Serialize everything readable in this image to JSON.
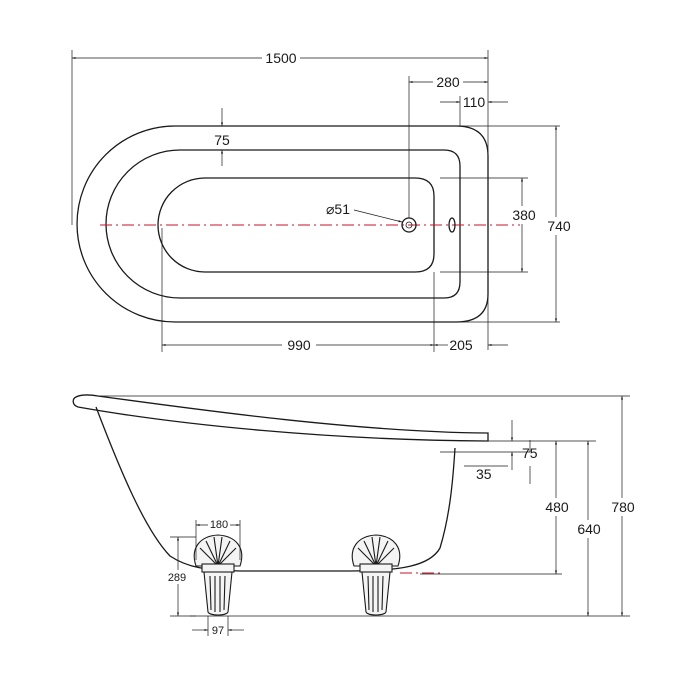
{
  "plan_view": {
    "overall_length": "1500",
    "waste_offset": "280",
    "overflow_offset": "110",
    "rim_width": "75",
    "waste_diameter": "⌀51",
    "inner_width": "380",
    "overall_width": "740",
    "inner_length": "990",
    "end_rim": "205"
  },
  "side_view": {
    "rim_thickness": "75",
    "drop": "35",
    "inner_depth": "480",
    "tub_height": "640",
    "overall_height": "780",
    "foot_width": "180",
    "foot_height": "289",
    "foot_base": "97"
  }
}
